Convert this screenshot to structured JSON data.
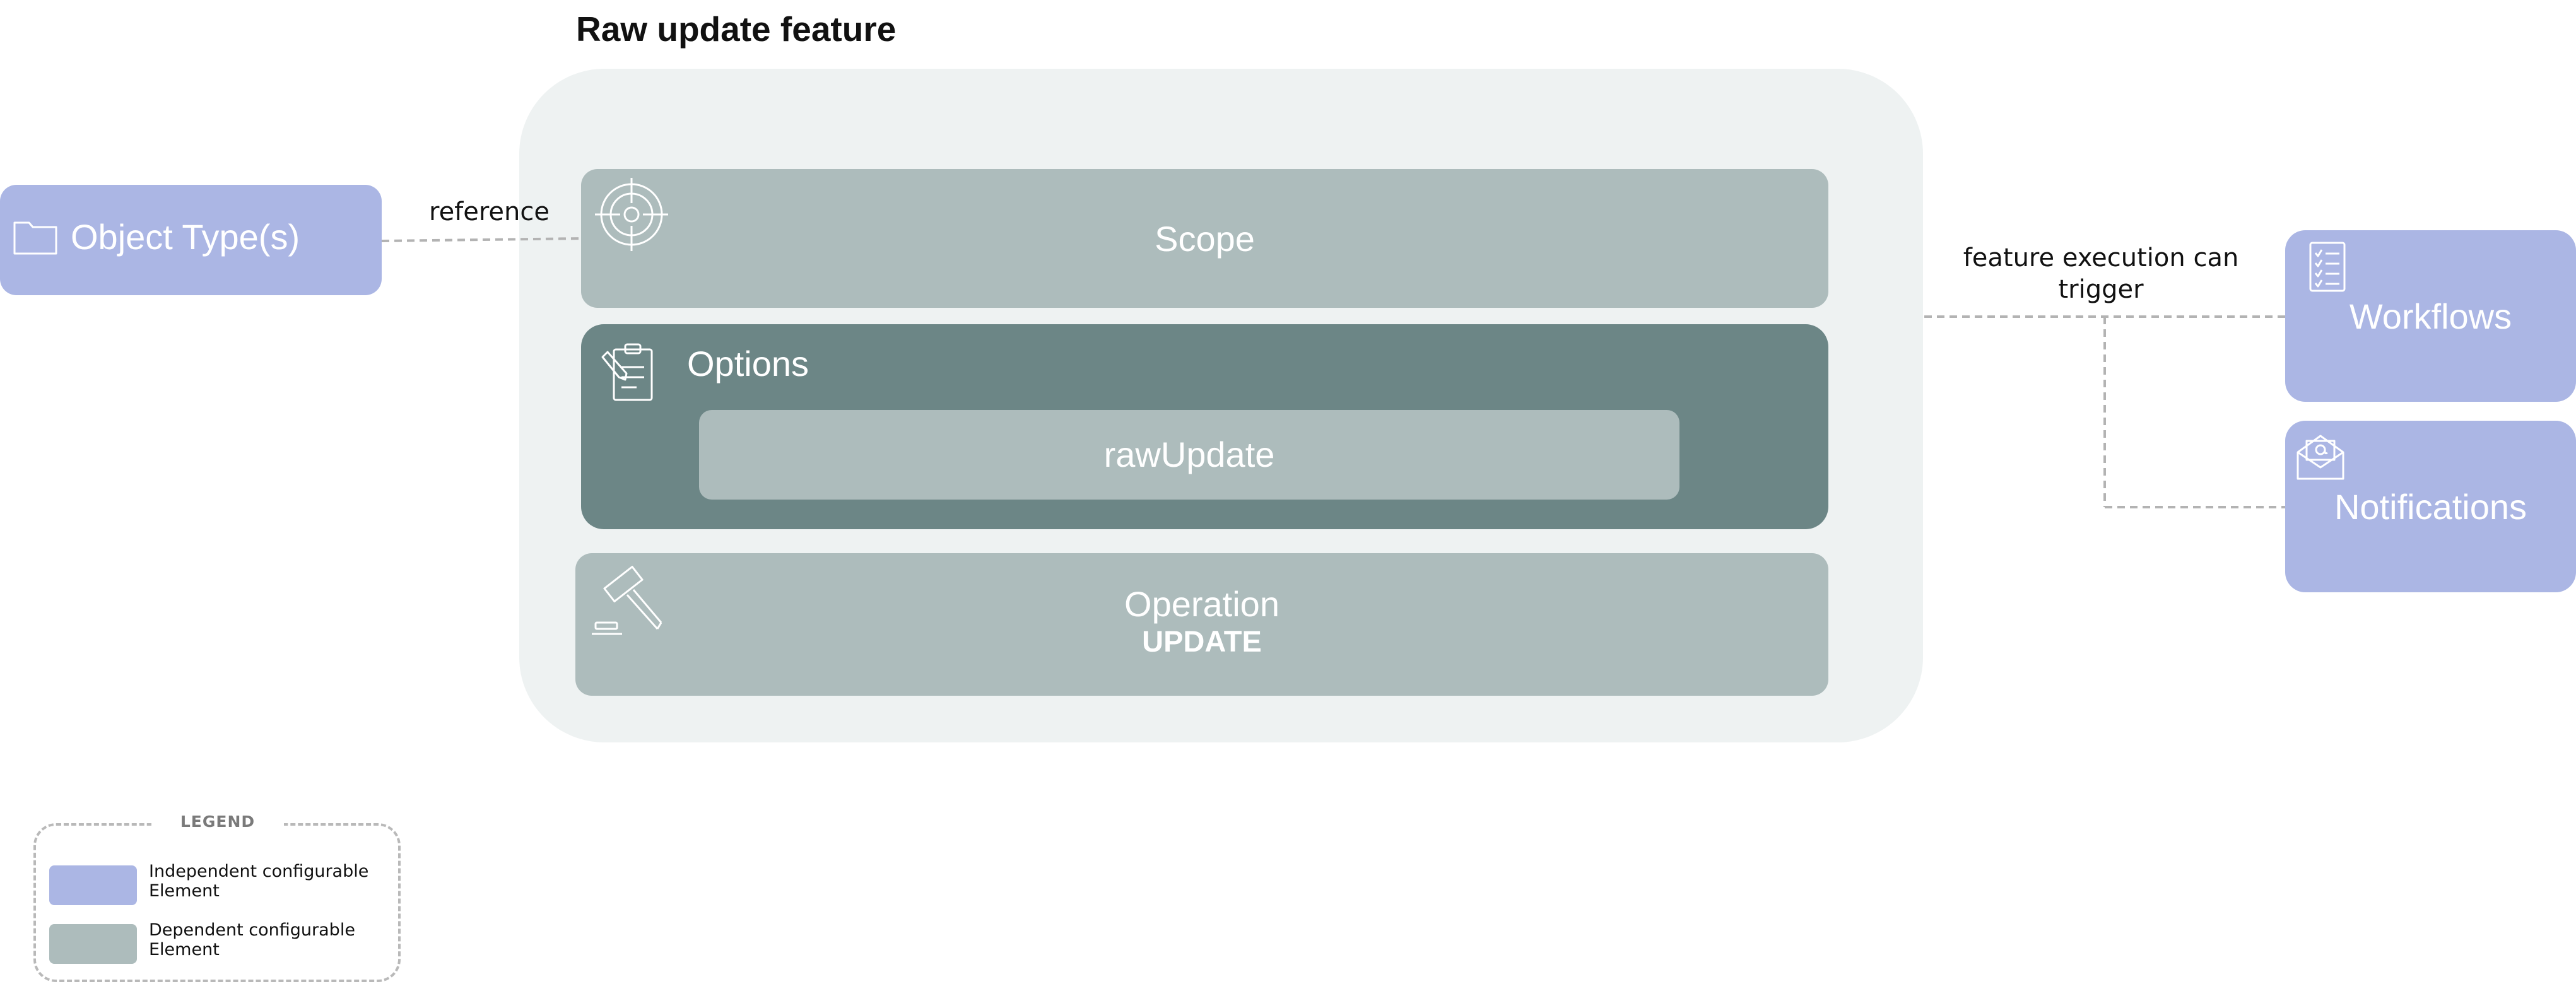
{
  "title": "Raw update feature",
  "object_types": {
    "label": "Object Type(s)",
    "icon": "folder-icon"
  },
  "reference_label": "reference",
  "scope": {
    "label": "Scope",
    "icon": "target-icon"
  },
  "options": {
    "label": "Options",
    "icon": "clipboard-icon",
    "inner_label": "rawUpdate"
  },
  "operation": {
    "label": "Operation",
    "sub_label": "UPDATE",
    "icon": "gavel-icon"
  },
  "trigger_label": {
    "line1": "feature execution can",
    "line2": "trigger"
  },
  "workflows": {
    "label": "Workflows",
    "icon": "checklist-icon"
  },
  "notifications": {
    "label": "Notifications",
    "icon": "mail-icon"
  },
  "legend": {
    "title": "LEGEND",
    "items": [
      {
        "line1": "Independent configurable",
        "line2": "Element",
        "color": "#abb6e4"
      },
      {
        "line1": "Dependent configurable",
        "line2": "Element",
        "color": "#adbcbc"
      }
    ]
  },
  "colors": {
    "independent": "#abb6e4",
    "dependent": "#adbcbc",
    "options_dark": "#6c8686",
    "container": "#eef2f2",
    "connector": "#b3b3b3"
  }
}
